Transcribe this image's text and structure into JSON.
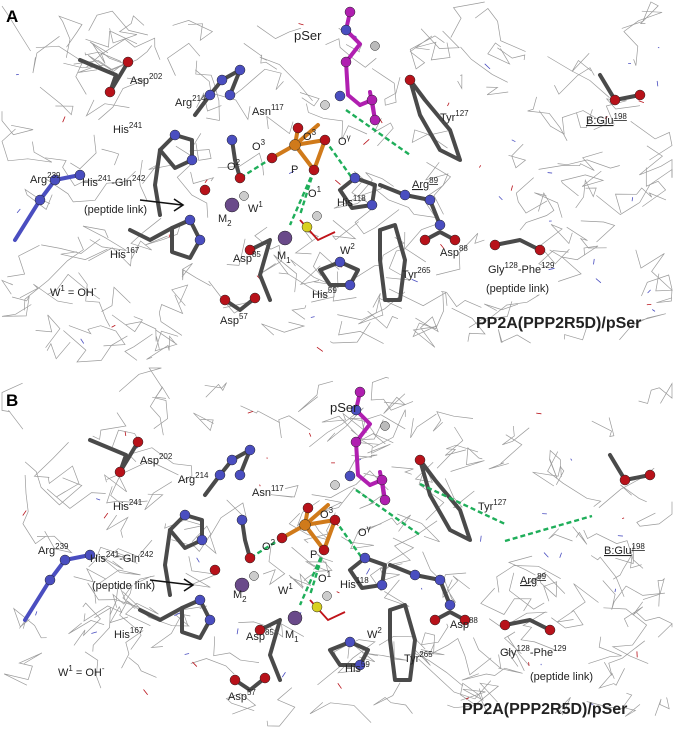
{
  "figure": {
    "panels": [
      {
        "letter": "A",
        "title": "PP2A(PPP2R5D)/pSer",
        "labels": {
          "pser": "pSer",
          "asp202": "Asp",
          "asp202_sup": "202",
          "arg214": "Arg",
          "arg214_sup": "214",
          "his241": "His",
          "his241_sup": "241",
          "asn117": "Asn",
          "asn117_sup": "117",
          "arg239": "Arg",
          "arg239_sup": "239",
          "hisgln": "His",
          "hisgln_sup1": "241",
          "hisgln_mid": "-Gln",
          "hisgln_sup2": "242",
          "peptide_link": "(peptide link)",
          "his167": "His",
          "his167_sup": "167",
          "w1": "W",
          "w1_sup": "1",
          "w2": "W",
          "w2_sup": "2",
          "m1": "M",
          "m1_sub": "1",
          "m2": "M",
          "m2_sub": "2",
          "o1": "O",
          "o1_sup": "1",
          "o2": "O",
          "o2_sup": "2",
          "o3": "O",
          "o3_sup": "3",
          "og": "O",
          "og_sup": "γ",
          "p": "P",
          "his118": "His",
          "his118_sup": "118",
          "arg89": "Arg",
          "arg89_sup": "89",
          "asp88": "Asp",
          "asp88_sup": "88",
          "asp85": "Asp",
          "asp85_sup": "85",
          "asp57": "Asp",
          "asp57_sup": "57",
          "his59": "His",
          "his59_sup": "59",
          "tyr265": "Tyr",
          "tyr265_sup": "265",
          "tyr127": "Tyr",
          "tyr127_sup": "127",
          "bglu": "B:Glu",
          "bglu_sup": "198",
          "glyphe": "Gly",
          "glyphe_sup1": "128",
          "glyphe_mid": "-Phe",
          "glyphe_sup2": "129",
          "peptide_link2": "(peptide link)",
          "w1oh": "W",
          "w1oh_sup": "1",
          "w1oh_mid": " = OH",
          "w1oh_sup2": "-"
        }
      },
      {
        "letter": "B",
        "title": "PP2A(PPP2R5D)/pSer",
        "labels": {
          "pser": "pSer",
          "asp202": "Asp",
          "asp202_sup": "202",
          "arg214": "Arg",
          "arg214_sup": "214",
          "his241": "His",
          "his241_sup": "241",
          "asn117": "Asn",
          "asn117_sup": "117",
          "arg239": "Arg",
          "arg239_sup": "239",
          "hisgln": "His",
          "hisgln_sup1": "241",
          "hisgln_mid": "-Gln",
          "hisgln_sup2": "242",
          "peptide_link": "(peptide link)",
          "his167": "His",
          "his167_sup": "167",
          "w1": "W",
          "w1_sup": "1",
          "w2": "W",
          "w2_sup": "2",
          "m1": "M",
          "m1_sub": "1",
          "m2": "M",
          "m2_sub": "2",
          "o1": "O",
          "o1_sup": "1",
          "o2": "O",
          "o2_sup": "2",
          "o3": "O",
          "o3_sup": "3",
          "og": "O",
          "og_sup": "γ",
          "p": "P",
          "his118": "His",
          "his118_sup": "118",
          "arg89": "Arg",
          "arg89_sup": "89",
          "asp88": "Asp",
          "asp88_sup": "88",
          "asp85": "Asp",
          "asp85_sup": "85",
          "asp57": "Asp",
          "asp57_sup": "57",
          "his59": "His",
          "his59_sup": "59",
          "tyr265": "Tyr",
          "tyr265_sup": "265",
          "tyr127": "Tyr",
          "tyr127_sup": "127",
          "bglu": "B:Glu",
          "bglu_sup": "198",
          "glyphe": "Gly",
          "glyphe_sup1": "128",
          "glyphe_mid": "-Phe",
          "glyphe_sup2": "129",
          "peptide_link2": "(peptide link)",
          "w1oh": "W",
          "w1oh_sup": "1",
          "w1oh_mid": " = OH",
          "w1oh_sup2": "-"
        }
      }
    ],
    "colors": {
      "carbon": "#4a4a4a",
      "nitrogen": "#4a4ec0",
      "oxygen": "#b8121a",
      "phosphorus": "#d07a1a",
      "pser_carbon": "#b01fb0",
      "metal": "#6a4a8a",
      "sulfur": "#d8d020",
      "hbond": "#1fae5a",
      "wire": "#9a9a9a",
      "arrow_red": "#c0141a"
    }
  }
}
